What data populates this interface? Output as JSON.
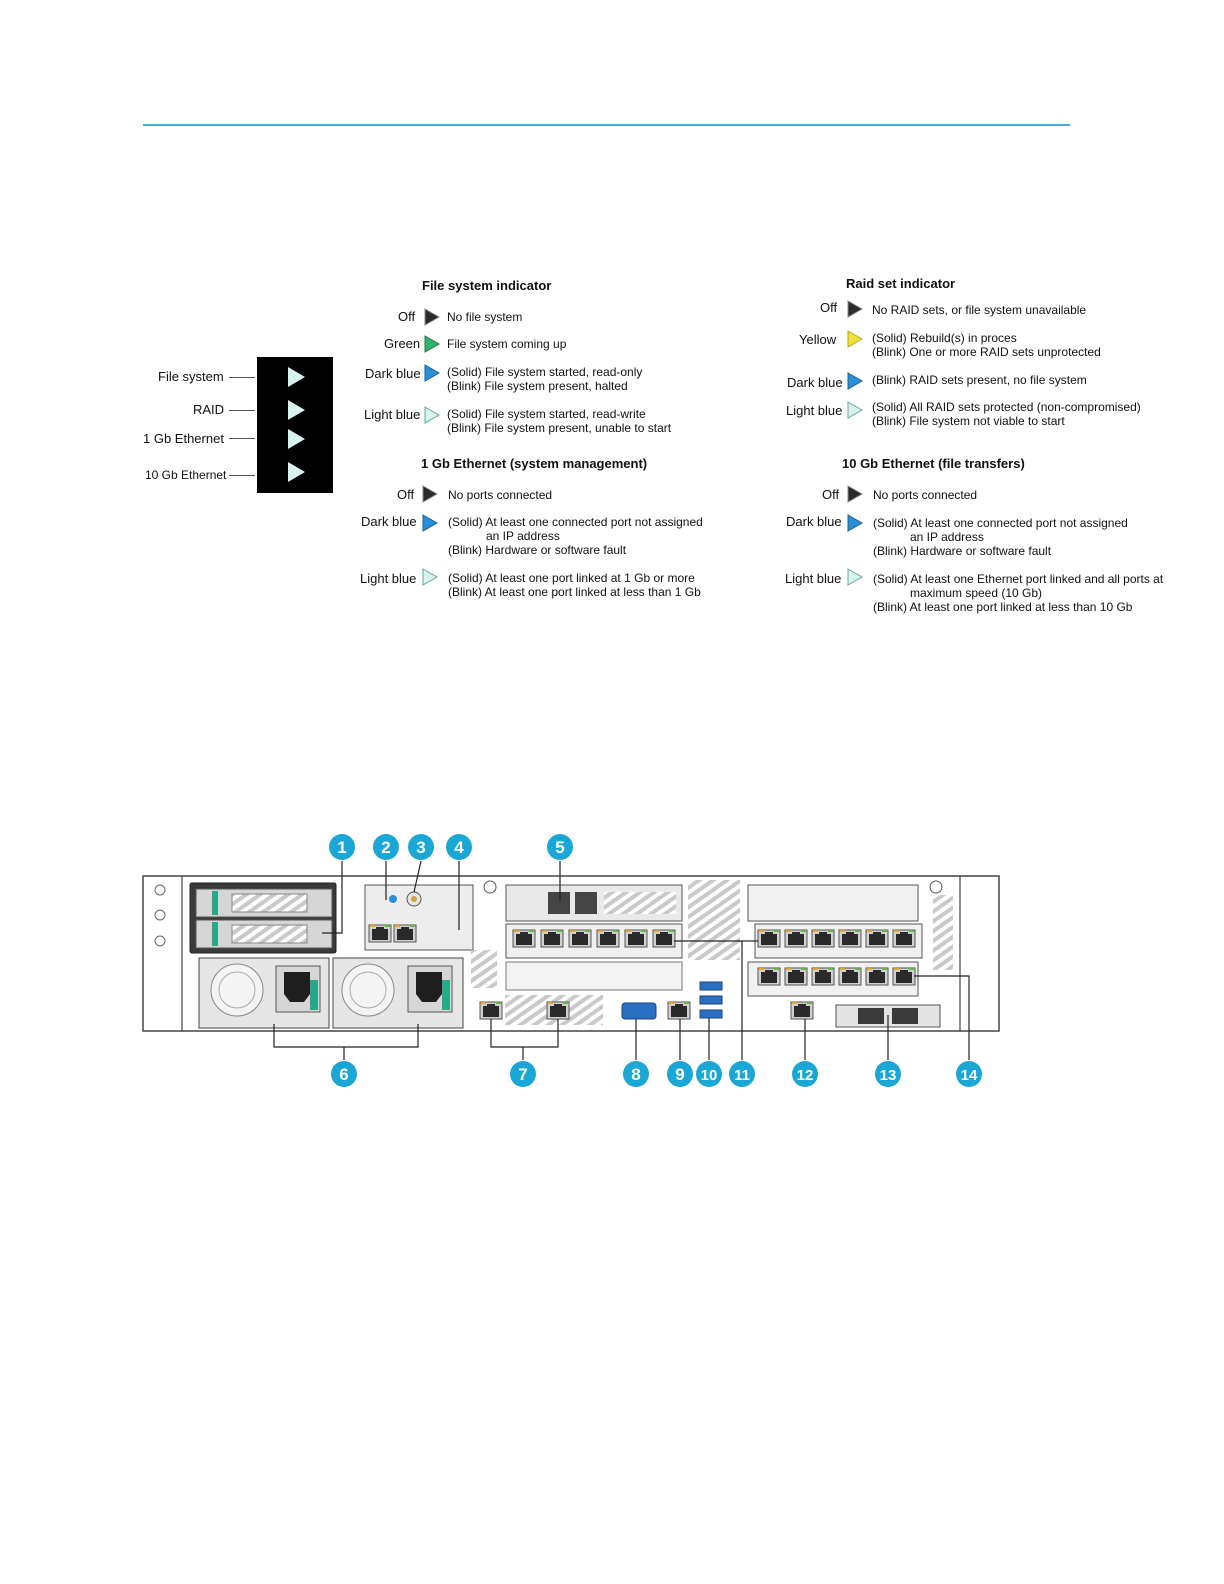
{
  "colors": {
    "rule": "#35b7cf",
    "callout": "#1aa7d6",
    "led_off": "#2b2b2b",
    "led_green": "#2fb36a",
    "led_yellow": "#f1e13a",
    "led_dark_blue": "#2a8fd6",
    "led_light_blue": "#d6f3ee"
  },
  "panel_labels": {
    "file_system": "File system",
    "raid": "RAID",
    "gb1": "1 Gb Ethernet",
    "gb10": "10 Gb Ethernet"
  },
  "fs": {
    "title": "File system indicator",
    "off_label": "Off",
    "off_desc": "No file system",
    "green_label": "Green",
    "green_desc": "File system coming up",
    "dark_label": "Dark blue",
    "dark_desc1": "(Solid) File system started, read-only",
    "dark_desc2": "(Blink) File system present, halted",
    "light_label": "Light blue",
    "light_desc1": "(Solid) File system started, read-write",
    "light_desc2": "(Blink) File system present, unable to start"
  },
  "raid": {
    "title": "Raid set indicator",
    "off_label": "Off",
    "off_desc": "No RAID sets, or file system unavailable",
    "yellow_label": "Yellow",
    "yellow_desc1": "(Solid) Rebuild(s) in proces",
    "yellow_desc2": "(Blink) One or more RAID sets unprotected",
    "dark_label": "Dark blue",
    "dark_desc": "(Blink) RAID sets present, no file system",
    "light_label": "Light blue",
    "light_desc1": "(Solid) All RAID sets protected (non-compromised)",
    "light_desc2": "(Blink) File system not viable to start"
  },
  "eth1": {
    "title": "1 Gb Ethernet (system management)",
    "off_label": "Off",
    "off_desc": "No ports connected",
    "dark_label": "Dark blue",
    "dark_desc1": "(Solid) At least one connected port not assigned",
    "dark_desc2": "an IP address",
    "dark_desc3": "(Blink) Hardware or software fault",
    "light_label": "Light blue",
    "light_desc1": "(Solid) At least one port linked at 1 Gb or more",
    "light_desc2": "(Blink) At least one port linked at less than 1 Gb"
  },
  "eth10": {
    "title": "10 Gb Ethernet (file transfers)",
    "off_label": "Off",
    "off_desc": "No ports connected",
    "dark_label": "Dark blue",
    "dark_desc1": "(Solid) At least one connected port not assigned",
    "dark_desc2": "an IP address",
    "dark_desc3": "(Blink) Hardware or software fault",
    "light_label": "Light blue",
    "light_desc1": "(Solid) At least one Ethernet port linked and all ports at",
    "light_desc2": "maximum speed (10 Gb)",
    "light_desc3": "(Blink) At least one port linked at less than 10 Gb"
  },
  "callouts": [
    "1",
    "2",
    "3",
    "4",
    "5",
    "6",
    "7",
    "8",
    "9",
    "10",
    "11",
    "12",
    "13",
    "14"
  ]
}
